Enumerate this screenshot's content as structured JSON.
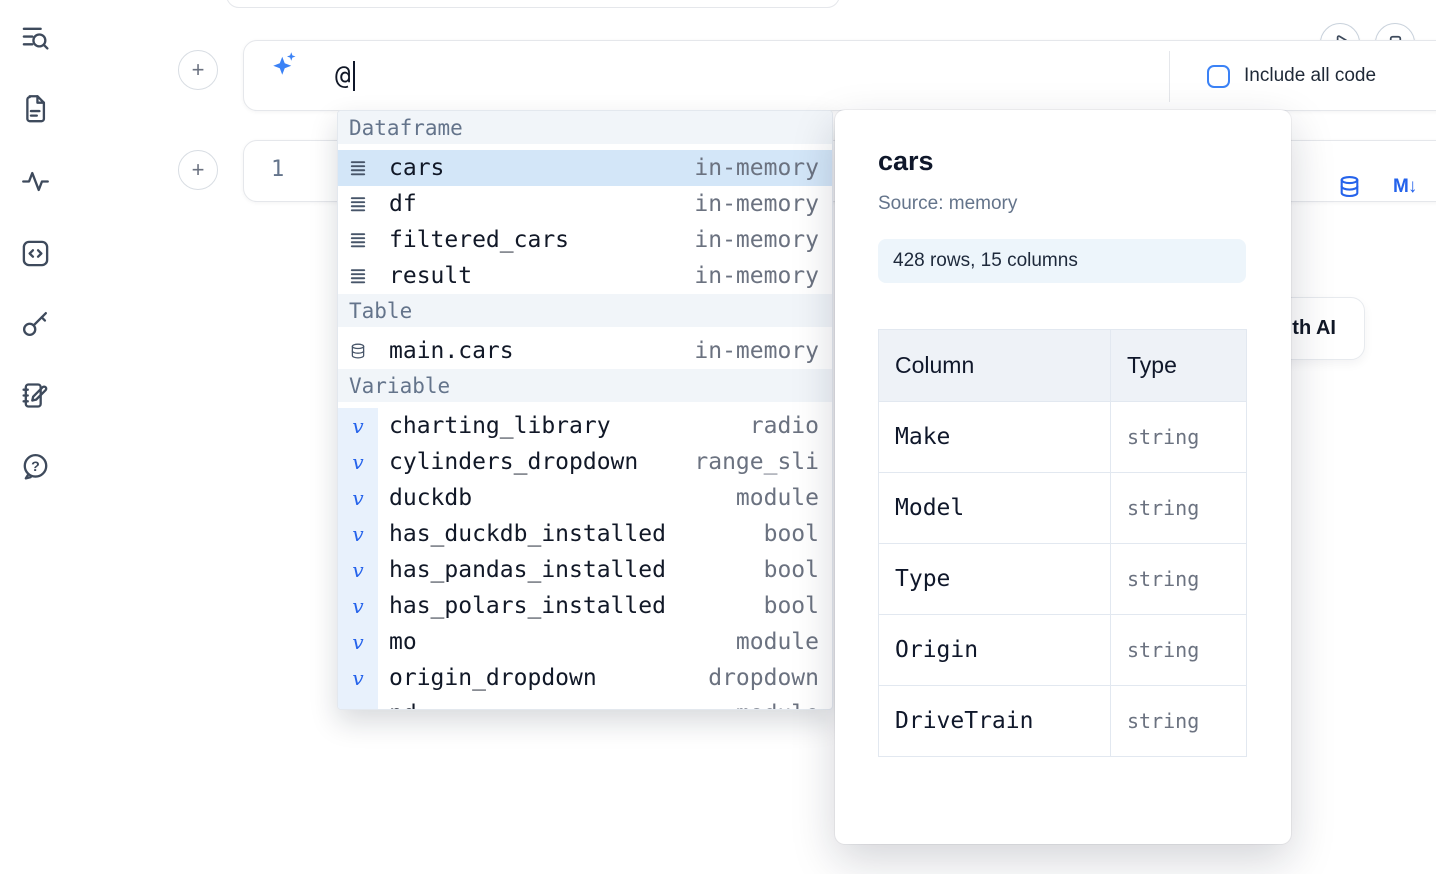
{
  "colors": {
    "accent_blue": "#2563eb",
    "selection_blue": "#d3e6f8",
    "border_gray": "#e5e7eb",
    "section_header_bg": "#f1f5f9",
    "badge_bg": "#edf5fb"
  },
  "sidebar": {
    "items": [
      {
        "icon": "search-list-icon"
      },
      {
        "icon": "document-icon"
      },
      {
        "icon": "activity-icon"
      },
      {
        "icon": "code-snippets-icon"
      },
      {
        "icon": "key-icon"
      },
      {
        "icon": "notebook-pencil-icon"
      },
      {
        "icon": "help-chat-icon"
      }
    ]
  },
  "toolbar": {
    "run_icon": "play-icon",
    "stop_icon": "stop-icon"
  },
  "ai_cell": {
    "add_button_label": "+",
    "sparkle_icon": "sparkles-icon",
    "input_value": "@",
    "include_all_code_label": "Include all code"
  },
  "code_cell": {
    "add_button_label": "+",
    "line_number": "1",
    "database_icon": "database-icon",
    "markdown_icon_label": "M↓"
  },
  "generate_ai_button": {
    "label": "Generate with AI"
  },
  "autocomplete": {
    "sections": [
      {
        "header": "Dataframe",
        "items": [
          {
            "name": "cars",
            "type": "in-memory",
            "selected": true
          },
          {
            "name": "df",
            "type": "in-memory",
            "selected": false
          },
          {
            "name": "filtered_cars",
            "type": "in-memory",
            "selected": false
          },
          {
            "name": "result",
            "type": "in-memory",
            "selected": false
          }
        ]
      },
      {
        "header": "Table",
        "items": [
          {
            "name": "main.cars",
            "type": "in-memory",
            "selected": false
          }
        ]
      },
      {
        "header": "Variable",
        "items": [
          {
            "name": "charting_library",
            "type": "radio",
            "selected": false
          },
          {
            "name": "cylinders_dropdown",
            "type": "range_sli",
            "selected": false
          },
          {
            "name": "duckdb",
            "type": "module",
            "selected": false
          },
          {
            "name": "has_duckdb_installed",
            "type": "bool",
            "selected": false
          },
          {
            "name": "has_pandas_installed",
            "type": "bool",
            "selected": false
          },
          {
            "name": "has_polars_installed",
            "type": "bool",
            "selected": false
          },
          {
            "name": "mo",
            "type": "module",
            "selected": false
          },
          {
            "name": "origin_dropdown",
            "type": "dropdown",
            "selected": false
          },
          {
            "name": "pd",
            "type": "module",
            "selected": false
          }
        ]
      }
    ]
  },
  "detail_panel": {
    "title": "cars",
    "source": "Source: memory",
    "shape_summary": "428 rows, 15 columns",
    "schema": {
      "headers": [
        "Column",
        "Type"
      ],
      "rows": [
        {
          "column": "Make",
          "type": "string"
        },
        {
          "column": "Model",
          "type": "string"
        },
        {
          "column": "Type",
          "type": "string"
        },
        {
          "column": "Origin",
          "type": "string"
        },
        {
          "column": "DriveTrain",
          "type": "string"
        }
      ]
    }
  }
}
